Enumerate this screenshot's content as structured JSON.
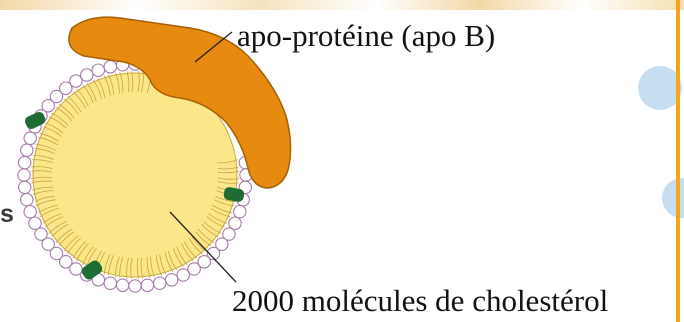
{
  "labels": {
    "apoprotein": "apo-protéine (apo B)",
    "cholesterol": "2000 molécules de cholestérol",
    "edge_fragment": "s"
  },
  "colors": {
    "core": "#fbe68a",
    "core_stroke": "#c9a93a",
    "apoprotein": "#e68a10",
    "apoprotein_stroke": "#a85e05",
    "phospholipid_head": "#ffffff",
    "phospholipid_head_stroke": "#a57aa8",
    "cholesterol_marker": "#1e6b34",
    "background_circle": "#c7def0",
    "right_border": "#f4a51c"
  },
  "icons": {
    "phospholipid": "phospholipid-head-circle",
    "free_cholesterol": "green-rounded-marker",
    "decor": "light-blue-circle"
  }
}
